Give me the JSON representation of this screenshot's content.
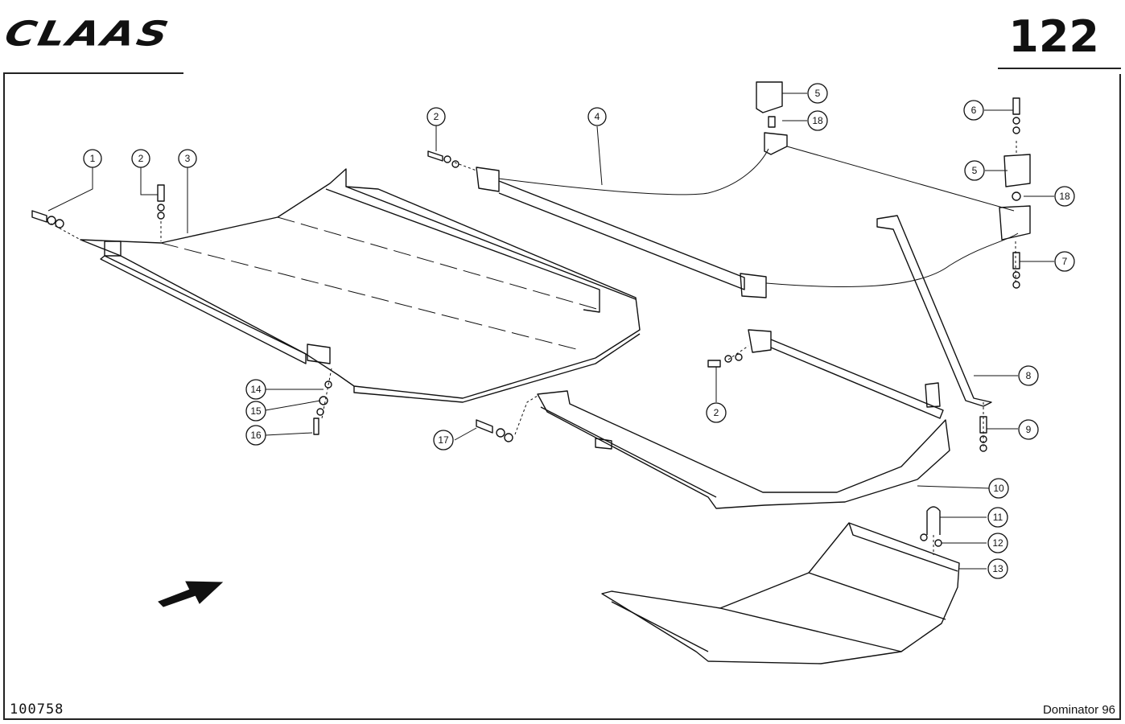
{
  "header": {
    "brand": "CLAAS",
    "page_number": "122"
  },
  "footer": {
    "drawing_id": "100758",
    "model": "Dominator 96"
  },
  "callouts": [
    {
      "id": "c1",
      "label": "1"
    },
    {
      "id": "c2a",
      "label": "2"
    },
    {
      "id": "c3",
      "label": "3"
    },
    {
      "id": "c2b",
      "label": "2"
    },
    {
      "id": "c4",
      "label": "4"
    },
    {
      "id": "c5a",
      "label": "5"
    },
    {
      "id": "c18a",
      "label": "18"
    },
    {
      "id": "c6",
      "label": "6"
    },
    {
      "id": "c5b",
      "label": "5"
    },
    {
      "id": "c18b",
      "label": "18"
    },
    {
      "id": "c7",
      "label": "7"
    },
    {
      "id": "c8",
      "label": "8"
    },
    {
      "id": "c9",
      "label": "9"
    },
    {
      "id": "c2c",
      "label": "2"
    },
    {
      "id": "c14",
      "label": "14"
    },
    {
      "id": "c15",
      "label": "15"
    },
    {
      "id": "c16",
      "label": "16"
    },
    {
      "id": "c17",
      "label": "17"
    },
    {
      "id": "c10",
      "label": "10"
    },
    {
      "id": "c11",
      "label": "11"
    },
    {
      "id": "c12",
      "label": "12"
    },
    {
      "id": "c13",
      "label": "13"
    }
  ],
  "icons": {
    "direction_arrow": "direction-arrow-icon"
  }
}
